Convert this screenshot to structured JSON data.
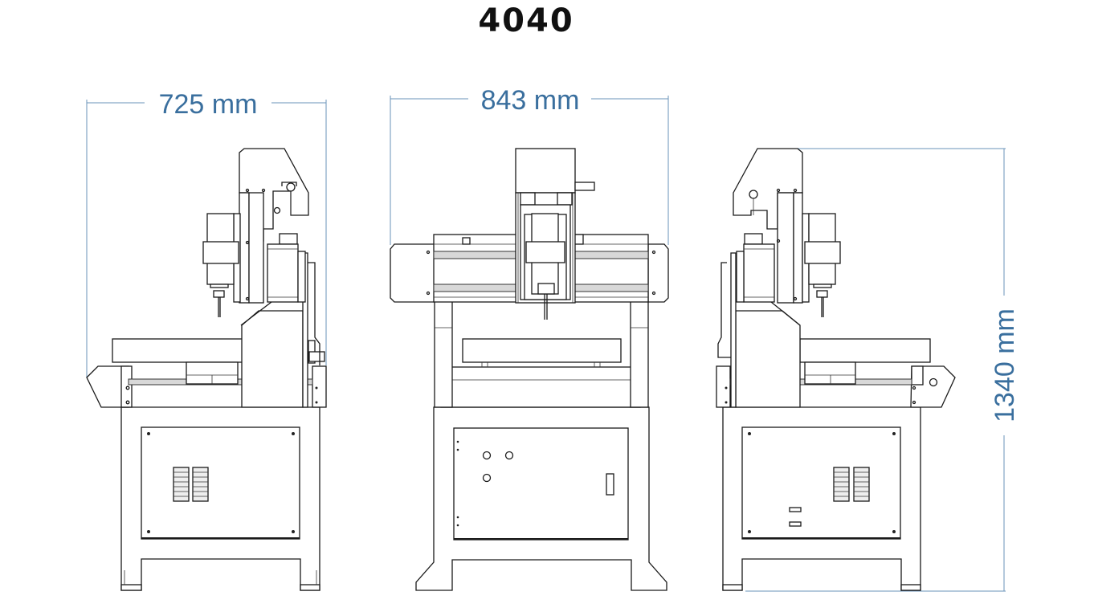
{
  "title": "4040",
  "views": {
    "side_left": {
      "label": "side-view-left",
      "dimension": "725 mm"
    },
    "front": {
      "label": "front-view",
      "dimension": "843 mm"
    },
    "side_right": {
      "label": "side-view-right",
      "dimension": "1340 mm"
    }
  },
  "dimensions": {
    "depth": "725 mm",
    "width": "843 mm",
    "height": "1340 mm"
  },
  "colors": {
    "dimension": "#3a6f9e",
    "dimension_line": "#6a93b8",
    "outline": "#1a1a1a",
    "title": "#111111"
  }
}
